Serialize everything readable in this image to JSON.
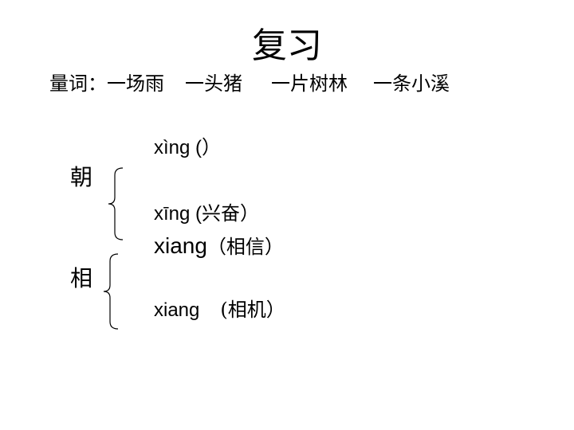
{
  "slide": {
    "title": "复习",
    "measure_words": {
      "label": "量词：",
      "items": [
        "一场雨",
        "一头猪",
        "一片树林",
        "一条小溪"
      ]
    },
    "groups": [
      {
        "character": "朝",
        "readings": [
          {
            "pinyin": "xìng (",
            "example": "）"
          },
          {
            "pinyin": "xīng (",
            "example": "兴奋）"
          }
        ]
      },
      {
        "character": "相",
        "readings": [
          {
            "pinyin": "xiang",
            "example": "（相信）"
          },
          {
            "pinyin": "xiang",
            "example": "(相机）"
          }
        ]
      }
    ]
  }
}
